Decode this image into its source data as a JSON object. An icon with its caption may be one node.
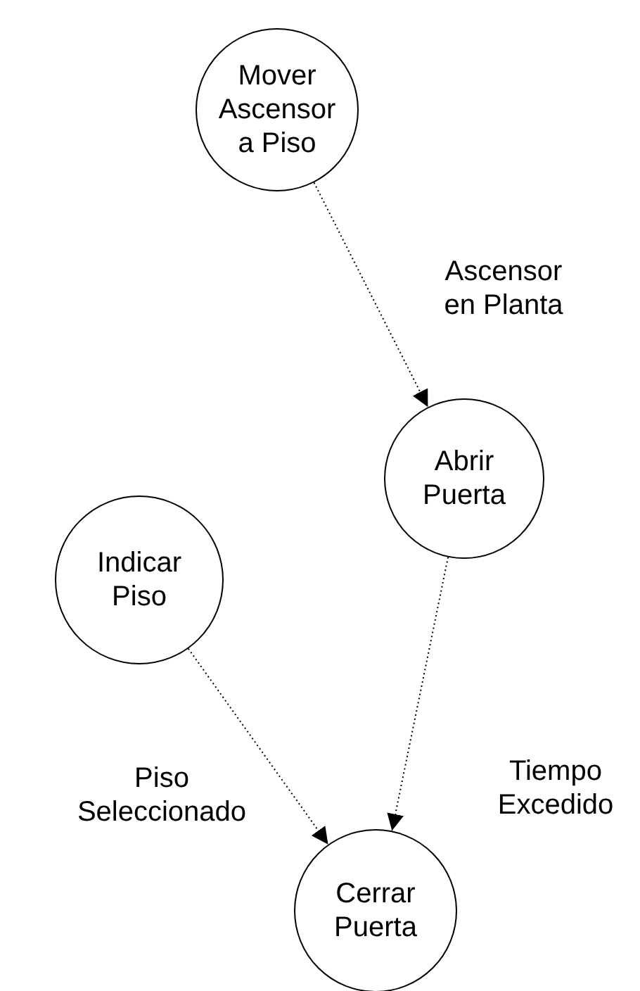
{
  "diagram": {
    "nodes": [
      {
        "text": [
          "Mover Ascensor a Piso"
        ]
      },
      {
        "text": [
          "Abrir Puerta"
        ]
      },
      {
        "text": [
          "Indicar Piso"
        ]
      },
      {
        "text": [
          "Cerrar Puerta"
        ]
      }
    ],
    "edges": [
      {
        "from": 0,
        "to": 1,
        "arrow": "to",
        "label": "Ascensor en Planta"
      },
      {
        "from": 1,
        "to": 3,
        "arrow": "to",
        "label": "Tiempo Excedido"
      },
      {
        "from": 2,
        "to": 3,
        "arrow": "to",
        "label": "Piso Seleccionado"
      }
    ]
  }
}
